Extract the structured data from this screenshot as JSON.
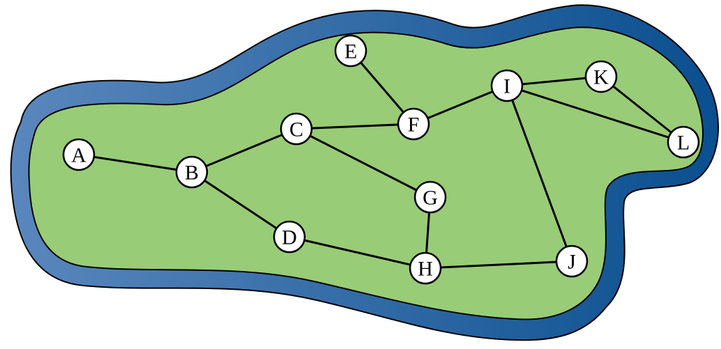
{
  "diagram": {
    "type": "graph",
    "colors": {
      "land": "#99cc77",
      "water_light": "#5a87bd",
      "water_dark": "#0a4f8f",
      "outline": "#000000",
      "node_fill": "#ffffff",
      "edge": "#000000"
    },
    "nodes": [
      {
        "id": "A",
        "label": "A"
      },
      {
        "id": "B",
        "label": "B"
      },
      {
        "id": "C",
        "label": "C"
      },
      {
        "id": "D",
        "label": "D"
      },
      {
        "id": "E",
        "label": "E"
      },
      {
        "id": "F",
        "label": "F"
      },
      {
        "id": "G",
        "label": "G"
      },
      {
        "id": "H",
        "label": "H"
      },
      {
        "id": "I",
        "label": "I"
      },
      {
        "id": "J",
        "label": "J"
      },
      {
        "id": "K",
        "label": "K"
      },
      {
        "id": "L",
        "label": "L"
      }
    ],
    "edges": [
      [
        "A",
        "B"
      ],
      [
        "B",
        "C"
      ],
      [
        "B",
        "D"
      ],
      [
        "C",
        "F"
      ],
      [
        "C",
        "G"
      ],
      [
        "E",
        "F"
      ],
      [
        "F",
        "I"
      ],
      [
        "G",
        "H"
      ],
      [
        "D",
        "H"
      ],
      [
        "H",
        "J"
      ],
      [
        "I",
        "J"
      ],
      [
        "I",
        "K"
      ],
      [
        "I",
        "L"
      ],
      [
        "K",
        "L"
      ]
    ]
  }
}
